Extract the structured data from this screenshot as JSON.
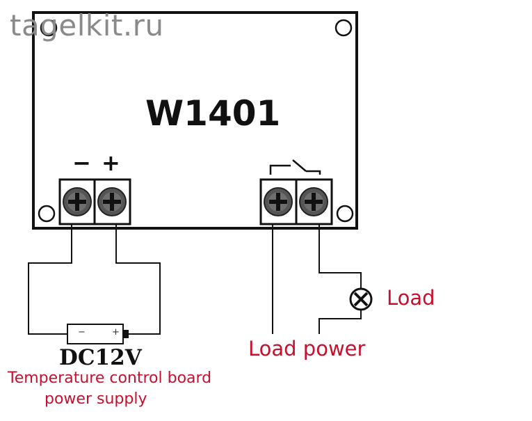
{
  "watermark": "tagelkit.ru",
  "board": {
    "model": "W1401",
    "terminal_minus": "−",
    "terminal_plus": "+"
  },
  "battery": {
    "minus": "−",
    "plus": "+"
  },
  "power_supply": {
    "voltage": "DC12V",
    "caption_line1": "Temperature control board",
    "caption_line2": "power supply"
  },
  "load": {
    "label": "Load",
    "power_label": "Load power"
  },
  "colors": {
    "caption_red": "#c8102e",
    "line_black": "#111111",
    "watermark_gray": "#8a8a8a",
    "screw_gray": "#555555"
  }
}
